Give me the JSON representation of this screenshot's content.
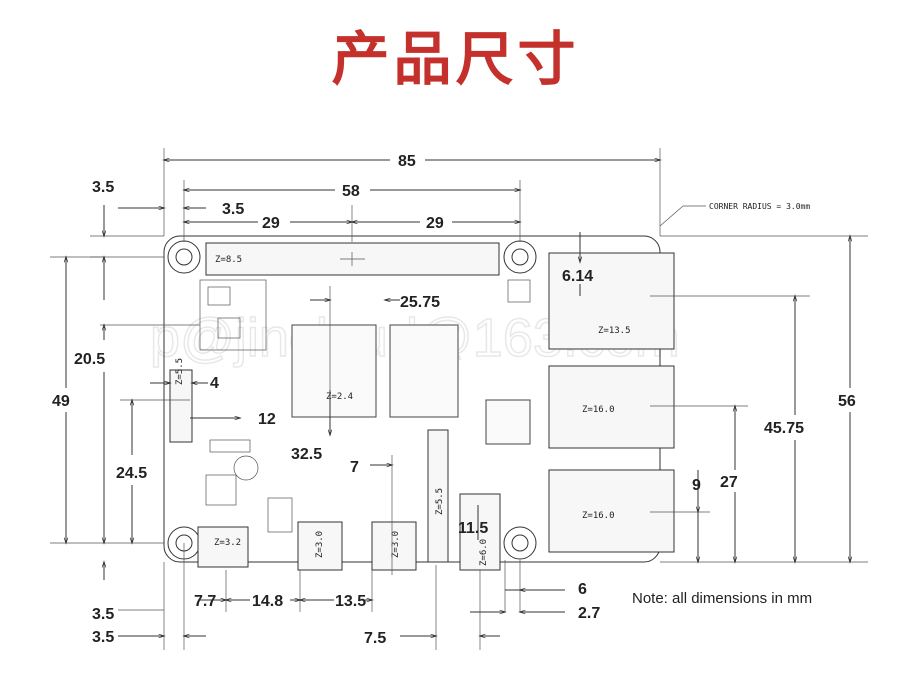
{
  "title": "产品尺寸",
  "watermark": "p@jincloud@163.com",
  "note": "Note: all dimensions in mm",
  "corner_radius_label": "CORNER RADIUS = 3.0mm",
  "colors": {
    "title": "#c4302b",
    "lines": "#333333",
    "background": "#ffffff"
  },
  "dimensions": {
    "overall_width": "85",
    "overall_height": "56",
    "hole_spacing_x": "58",
    "hole_half_left": "29",
    "hole_half_right": "29",
    "hole_offset_left": "3.5",
    "hole_offset_inner": "3.5",
    "hole_spacing_y": "49",
    "hole_offset_top": "3.5",
    "hole_offset_bottom": "3.5",
    "hole_offset_bottom2": "3.5",
    "soc_x": "25.75",
    "usb_top": "6.14",
    "ethernet_y": "45.75",
    "usb_low_y": "27",
    "usb_height": "9",
    "left_20_5": "20.5",
    "left_24_5": "24.5",
    "left_4": "4",
    "left_12": "12",
    "mid_32_5": "32.5",
    "mid_7": "7",
    "mid_11_5": "11.5",
    "bottom_7_7": "7.7",
    "bottom_14_8": "14.8",
    "bottom_13_5": "13.5",
    "bottom_7_5": "7.5",
    "bottom_6": "6",
    "bottom_2_7": "2.7"
  },
  "z_labels": {
    "gpio": "Z=8.5",
    "ram": "Z=2.4",
    "usb_top": "Z=13.5",
    "usb_a": "Z=16.0",
    "usb_b": "Z=16.0",
    "power": "Z=3.2",
    "hdmi1": "Z=3.0",
    "hdmi2": "Z=3.0",
    "camera": "Z=5.5",
    "audio": "Z=6.0",
    "display": "Z=5.5"
  }
}
